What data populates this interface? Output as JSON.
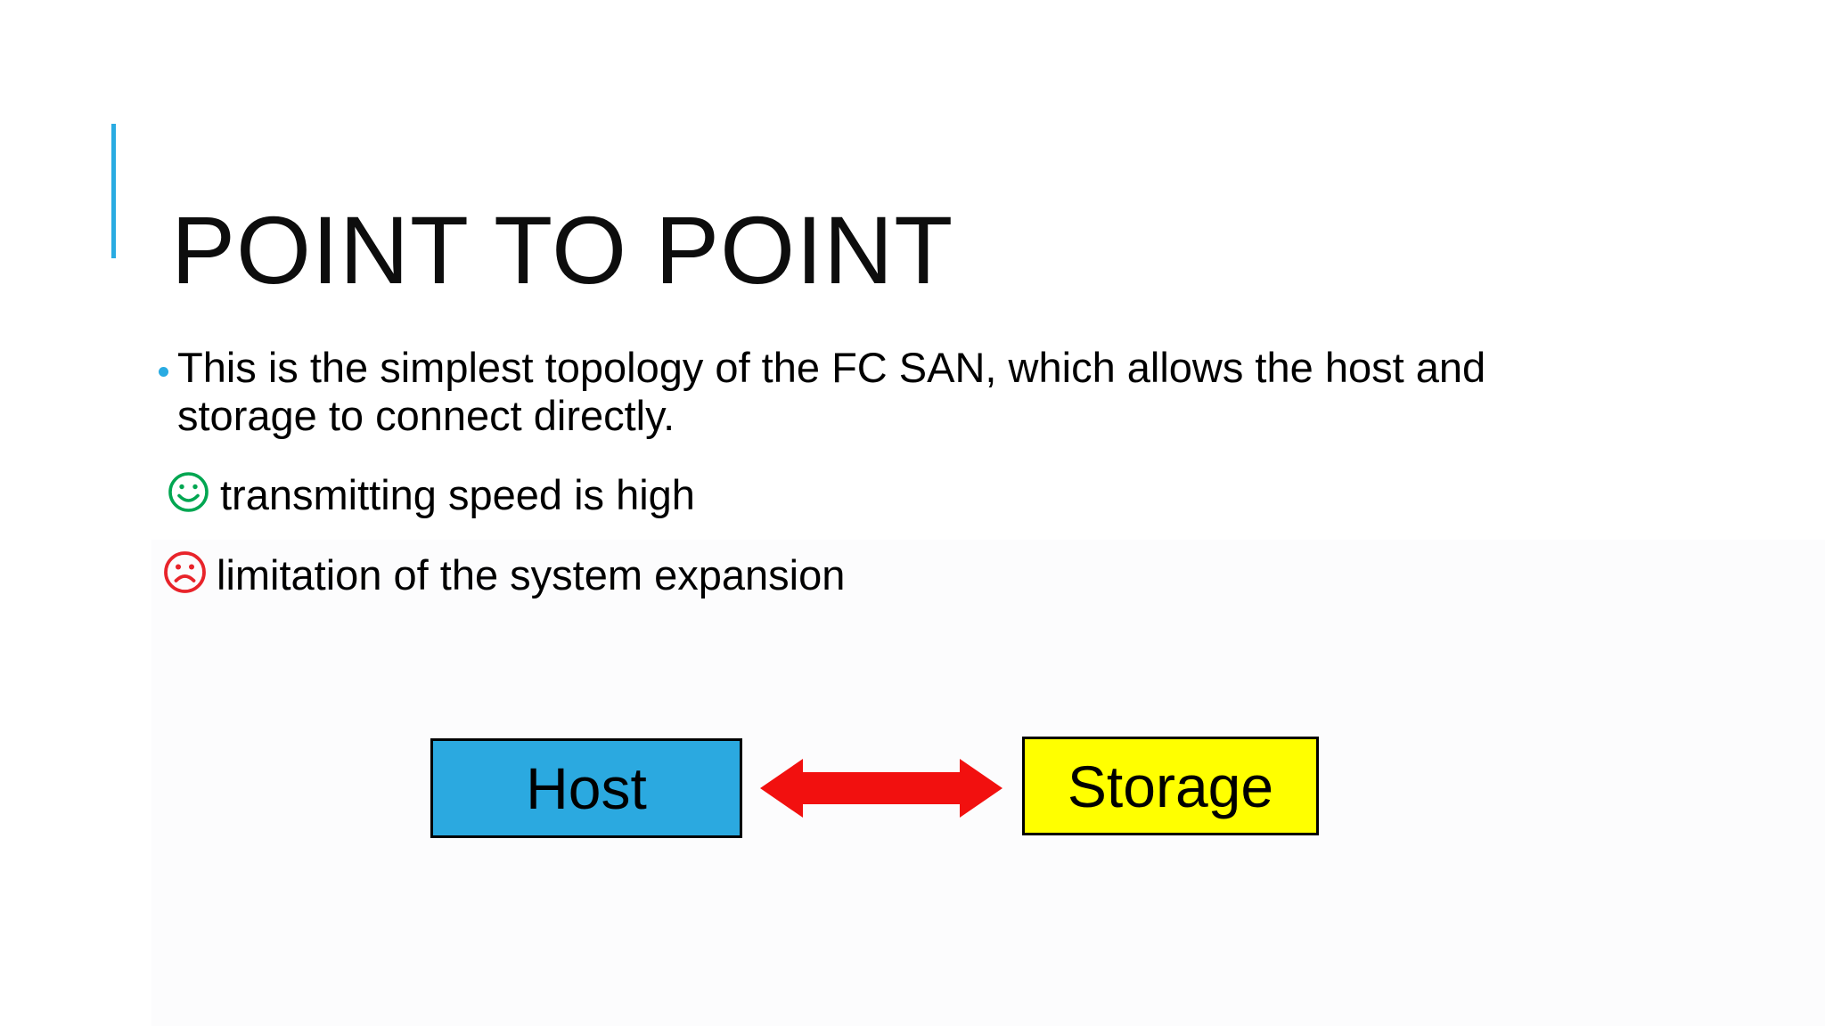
{
  "slide": {
    "title": "POINT TO POINT",
    "bullet": {
      "lines": [
        "This is the simplest topology of the FC SAN, which allows the host and",
        "storage to connect directly."
      ]
    },
    "pro": {
      "icon": "smiley-face",
      "text": "transmitting speed is high"
    },
    "con": {
      "icon": "frowny-face",
      "text": "limitation of the system expansion"
    },
    "diagram": {
      "host_label": "Host",
      "storage_label": "Storage",
      "connection": "bidirectional-arrow"
    }
  },
  "colors": {
    "accent_blue": "#29ABE2",
    "bullet_blue": "#29ABE2",
    "smile_green": "#00A651",
    "frown_red": "#E8232A",
    "arrow_red": "#F2100F",
    "host_fill": "#2BA9E0",
    "storage_fill": "#FFFF00",
    "title_text": "#0D0D0D"
  }
}
